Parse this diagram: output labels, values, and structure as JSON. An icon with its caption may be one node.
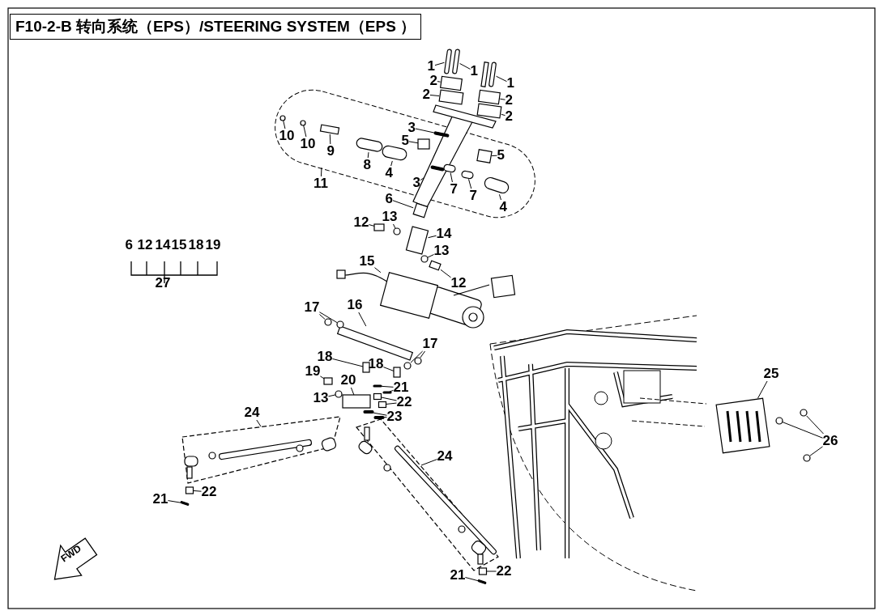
{
  "diagram": {
    "title": "F10-2-B 转向系统（EPS）/STEERING SYSTEM（EPS ）",
    "nodes": [
      {
        "text": [
          "1"
        ]
      },
      {
        "text": [
          "1"
        ]
      },
      {
        "text": [
          "1"
        ]
      },
      {
        "text": [
          "2"
        ]
      },
      {
        "text": [
          "2"
        ]
      },
      {
        "text": [
          "2"
        ]
      },
      {
        "text": [
          "2"
        ]
      },
      {
        "text": [
          "3"
        ]
      },
      {
        "text": [
          "10"
        ]
      },
      {
        "text": [
          "10"
        ]
      },
      {
        "text": [
          "9"
        ]
      },
      {
        "text": [
          "5"
        ]
      },
      {
        "text": [
          "5"
        ]
      },
      {
        "text": [
          "8"
        ]
      },
      {
        "text": [
          "4"
        ]
      },
      {
        "text": [
          "3"
        ]
      },
      {
        "text": [
          "7"
        ]
      },
      {
        "text": [
          "7"
        ]
      },
      {
        "text": [
          "4"
        ]
      },
      {
        "text": [
          "11"
        ]
      },
      {
        "text": [
          "6"
        ]
      },
      {
        "text": [
          "12"
        ]
      },
      {
        "text": [
          "13"
        ]
      },
      {
        "text": [
          "14"
        ]
      },
      {
        "text": [
          "13"
        ]
      },
      {
        "text": [
          "12"
        ]
      },
      {
        "text": [
          "15"
        ]
      },
      {
        "text": [
          "16"
        ]
      },
      {
        "text": [
          "17"
        ]
      },
      {
        "text": [
          "17"
        ]
      },
      {
        "text": [
          "18"
        ]
      },
      {
        "text": [
          "18"
        ]
      },
      {
        "text": [
          "19"
        ]
      },
      {
        "text": [
          "20"
        ]
      },
      {
        "text": [
          "13"
        ]
      },
      {
        "text": [
          "21"
        ]
      },
      {
        "text": [
          "22"
        ]
      },
      {
        "text": [
          "23"
        ]
      },
      {
        "text": [
          "24"
        ]
      },
      {
        "text": [
          "24"
        ]
      },
      {
        "text": [
          "22"
        ]
      },
      {
        "text": [
          "21"
        ]
      },
      {
        "text": [
          "22"
        ]
      },
      {
        "text": [
          "21"
        ]
      },
      {
        "text": [
          "25"
        ]
      },
      {
        "text": [
          "26"
        ]
      },
      {
        "text": [],
        "shape": "bar"
      },
      {
        "text": [],
        "shape": "bar"
      },
      {
        "text": [],
        "shape": "bar"
      },
      {
        "text": [],
        "shape": "box"
      },
      {
        "text": [],
        "shape": "box"
      },
      {
        "text": [],
        "shape": "box"
      },
      {
        "text": [],
        "shape": "box"
      },
      {
        "text": [],
        "shape": "bar"
      },
      {
        "text": [],
        "shape": "circle"
      },
      {
        "text": [],
        "shape": "circle"
      },
      {
        "text": [],
        "shape": "box"
      },
      {
        "text": [],
        "shape": "box"
      },
      {
        "text": [],
        "shape": "box"
      },
      {
        "text": [],
        "shape": "bar"
      },
      {
        "text": [],
        "shape": "bar"
      },
      {
        "text": [],
        "shape": "bar"
      },
      {
        "text": [],
        "shape": "bar"
      },
      {
        "text": [],
        "shape": "bar"
      },
      {
        "text": [],
        "shape": "bar"
      },
      {
        "text": [],
        "shape": "box"
      },
      {
        "text": [],
        "shape": "box"
      },
      {
        "text": [],
        "shape": "circle"
      },
      {
        "text": [],
        "shape": "box"
      },
      {
        "text": [],
        "shape": "circle"
      },
      {
        "text": [],
        "shape": "box"
      },
      {
        "text": [],
        "shape": "box"
      },
      {
        "text": [],
        "shape": "box"
      },
      {
        "text": [],
        "shape": "circle"
      },
      {
        "text": [],
        "shape": "circle"
      },
      {
        "text": [],
        "shape": "circle"
      },
      {
        "text": [],
        "shape": "circle"
      },
      {
        "text": [],
        "shape": "box"
      },
      {
        "text": [],
        "shape": "box"
      },
      {
        "text": [],
        "shape": "box"
      },
      {
        "text": [],
        "shape": "box"
      },
      {
        "text": [],
        "shape": "circle"
      },
      {
        "text": [],
        "shape": "bar"
      },
      {
        "text": [],
        "shape": "bar"
      },
      {
        "text": [],
        "shape": "box"
      },
      {
        "text": [],
        "shape": "box"
      },
      {
        "text": [],
        "shape": "bar"
      },
      {
        "text": [],
        "shape": "bar"
      },
      {
        "text": [],
        "shape": "box"
      },
      {
        "text": [],
        "shape": "bar"
      },
      {
        "text": [],
        "shape": "box"
      },
      {
        "text": [],
        "shape": "bar"
      },
      {
        "text": [],
        "shape": "box"
      },
      {
        "text": [],
        "shape": "circle"
      },
      {
        "text": [],
        "shape": "circle"
      },
      {
        "text": [],
        "shape": "circle"
      }
    ],
    "edges": [
      {
        "from": 0,
        "to": 46,
        "arrow": "none"
      },
      {
        "from": 1,
        "to": 47,
        "arrow": "none"
      },
      {
        "from": 2,
        "to": 48,
        "arrow": "none"
      },
      {
        "from": 3,
        "to": 49,
        "arrow": "none"
      },
      {
        "from": 4,
        "to": 50,
        "arrow": "none"
      },
      {
        "from": 5,
        "to": 51,
        "arrow": "none"
      },
      {
        "from": 6,
        "to": 52,
        "arrow": "none"
      },
      {
        "from": 7,
        "to": 53,
        "arrow": "none"
      },
      {
        "from": 8,
        "to": 54,
        "arrow": "none"
      },
      {
        "from": 9,
        "to": 55,
        "arrow": "none"
      },
      {
        "from": 10,
        "to": 56,
        "arrow": "none"
      },
      {
        "from": 11,
        "to": 57,
        "arrow": "none"
      },
      {
        "from": 12,
        "to": 58,
        "arrow": "none"
      },
      {
        "from": 13,
        "to": 59,
        "arrow": "none"
      },
      {
        "from": 14,
        "to": 60,
        "arrow": "none"
      },
      {
        "from": 15,
        "to": 61,
        "arrow": "none"
      },
      {
        "from": 16,
        "to": 62,
        "arrow": "none"
      },
      {
        "from": 17,
        "to": 63,
        "arrow": "none"
      },
      {
        "from": 18,
        "to": 64,
        "arrow": "none"
      },
      {
        "from": 19,
        "to": null,
        "arrow": "none"
      },
      {
        "from": 20,
        "to": 65,
        "arrow": "none"
      },
      {
        "from": 21,
        "to": 66,
        "arrow": "none"
      },
      {
        "from": 22,
        "to": 67,
        "arrow": "none"
      },
      {
        "from": 23,
        "to": 68,
        "arrow": "none"
      },
      {
        "from": 24,
        "to": 69,
        "arrow": "none"
      },
      {
        "from": 25,
        "to": 70,
        "arrow": "none"
      },
      {
        "from": 26,
        "to": 71,
        "arrow": "none"
      },
      {
        "from": 27,
        "to": 72,
        "arrow": "none"
      },
      {
        "from": 28,
        "to": 73,
        "arrow": "none"
      },
      {
        "from": 28,
        "to": 74,
        "arrow": "none"
      },
      {
        "from": 29,
        "to": 75,
        "arrow": "none"
      },
      {
        "from": 29,
        "to": 76,
        "arrow": "none"
      },
      {
        "from": 30,
        "to": 77,
        "arrow": "none"
      },
      {
        "from": 31,
        "to": 78,
        "arrow": "none"
      },
      {
        "from": 32,
        "to": 79,
        "arrow": "none"
      },
      {
        "from": 33,
        "to": 80,
        "arrow": "none"
      },
      {
        "from": 34,
        "to": 81,
        "arrow": "none"
      },
      {
        "from": 35,
        "to": 82,
        "arrow": "none"
      },
      {
        "from": 35,
        "to": 83,
        "arrow": "none"
      },
      {
        "from": 36,
        "to": 84,
        "arrow": "none"
      },
      {
        "from": 36,
        "to": 85,
        "arrow": "none"
      },
      {
        "from": 37,
        "to": 86,
        "arrow": "none"
      },
      {
        "from": 37,
        "to": 87,
        "arrow": "none"
      },
      {
        "from": 38,
        "to": null,
        "arrow": "none"
      },
      {
        "from": 39,
        "to": null,
        "arrow": "none"
      },
      {
        "from": 40,
        "to": 88,
        "arrow": "none"
      },
      {
        "from": 41,
        "to": 89,
        "arrow": "none"
      },
      {
        "from": 42,
        "to": 90,
        "arrow": "none"
      },
      {
        "from": 43,
        "to": 91,
        "arrow": "none"
      },
      {
        "from": 44,
        "to": 92,
        "arrow": "none"
      },
      {
        "from": 45,
        "to": 93,
        "arrow": "none"
      },
      {
        "from": 45,
        "to": 94,
        "arrow": "none"
      },
      {
        "from": 45,
        "to": 95,
        "arrow": "none"
      }
    ],
    "labels": [
      "6",
      "12",
      "14",
      "15",
      "18",
      "19",
      "27",
      "FWD"
    ]
  }
}
